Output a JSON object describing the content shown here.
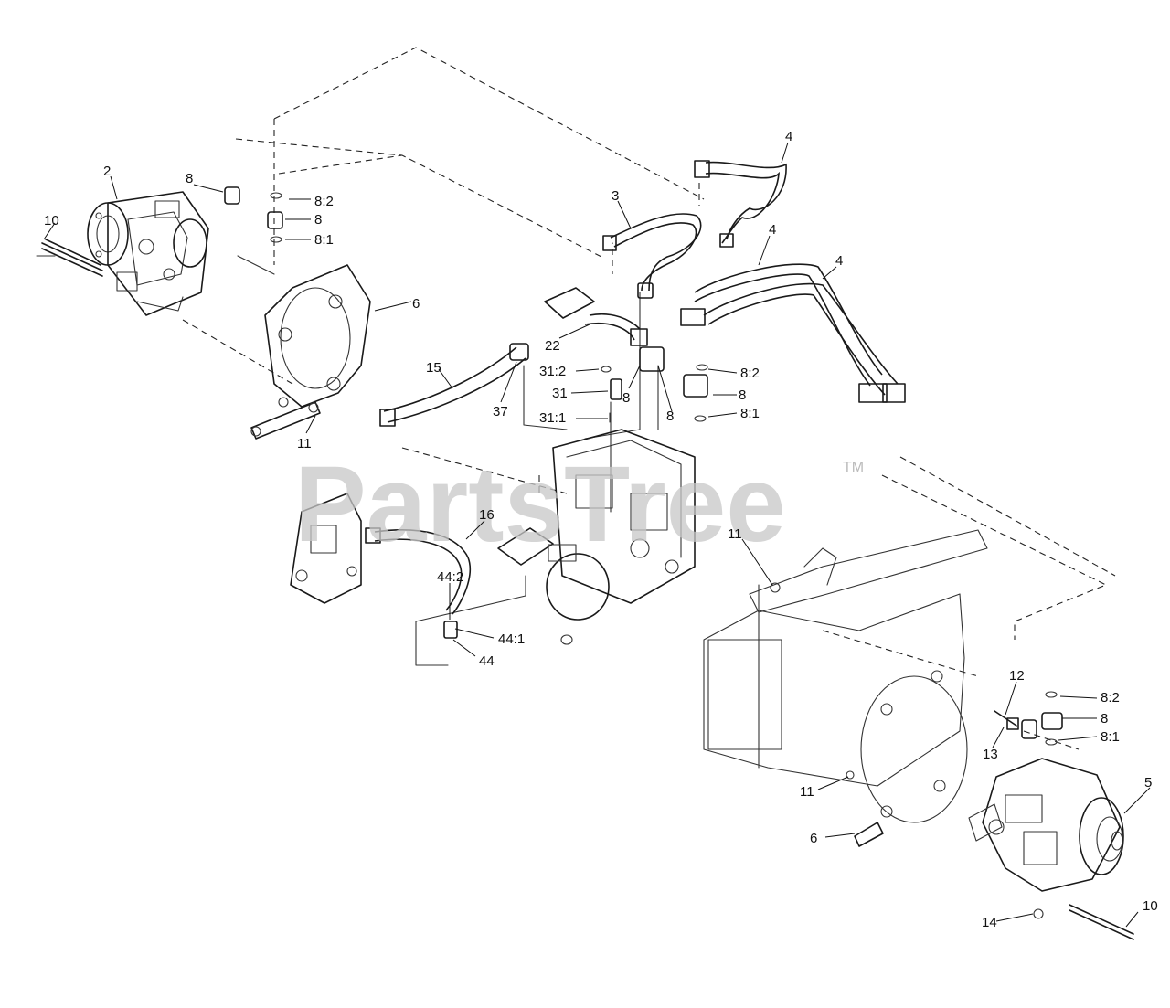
{
  "watermark": {
    "text": "PartsTree",
    "trademark": "TM"
  },
  "callouts": {
    "c2": "2",
    "c3": "3",
    "c4a": "4",
    "c4b": "4",
    "c4c": "4",
    "c5": "5",
    "c6a": "6",
    "c6b": "6",
    "c8a": "8",
    "c8b": "8",
    "c8c": "8",
    "c8d": "8",
    "c8e": "8",
    "c8f": "8",
    "c82a": "8:2",
    "c81a": "8:1",
    "c82b": "8:2",
    "c81b": "8:1",
    "c82c": "8:2",
    "c81c": "8:1",
    "c10a": "10",
    "c10b": "10",
    "c11a": "11",
    "c11b": "11",
    "c11c": "11",
    "c12": "12",
    "c13": "13",
    "c14": "14",
    "c15": "15",
    "c16": "16",
    "c22": "22",
    "c31": "31",
    "c312": "31:2",
    "c311": "31:1",
    "c37": "37",
    "c44": "44",
    "c442": "44:2",
    "c441": "44:1"
  }
}
